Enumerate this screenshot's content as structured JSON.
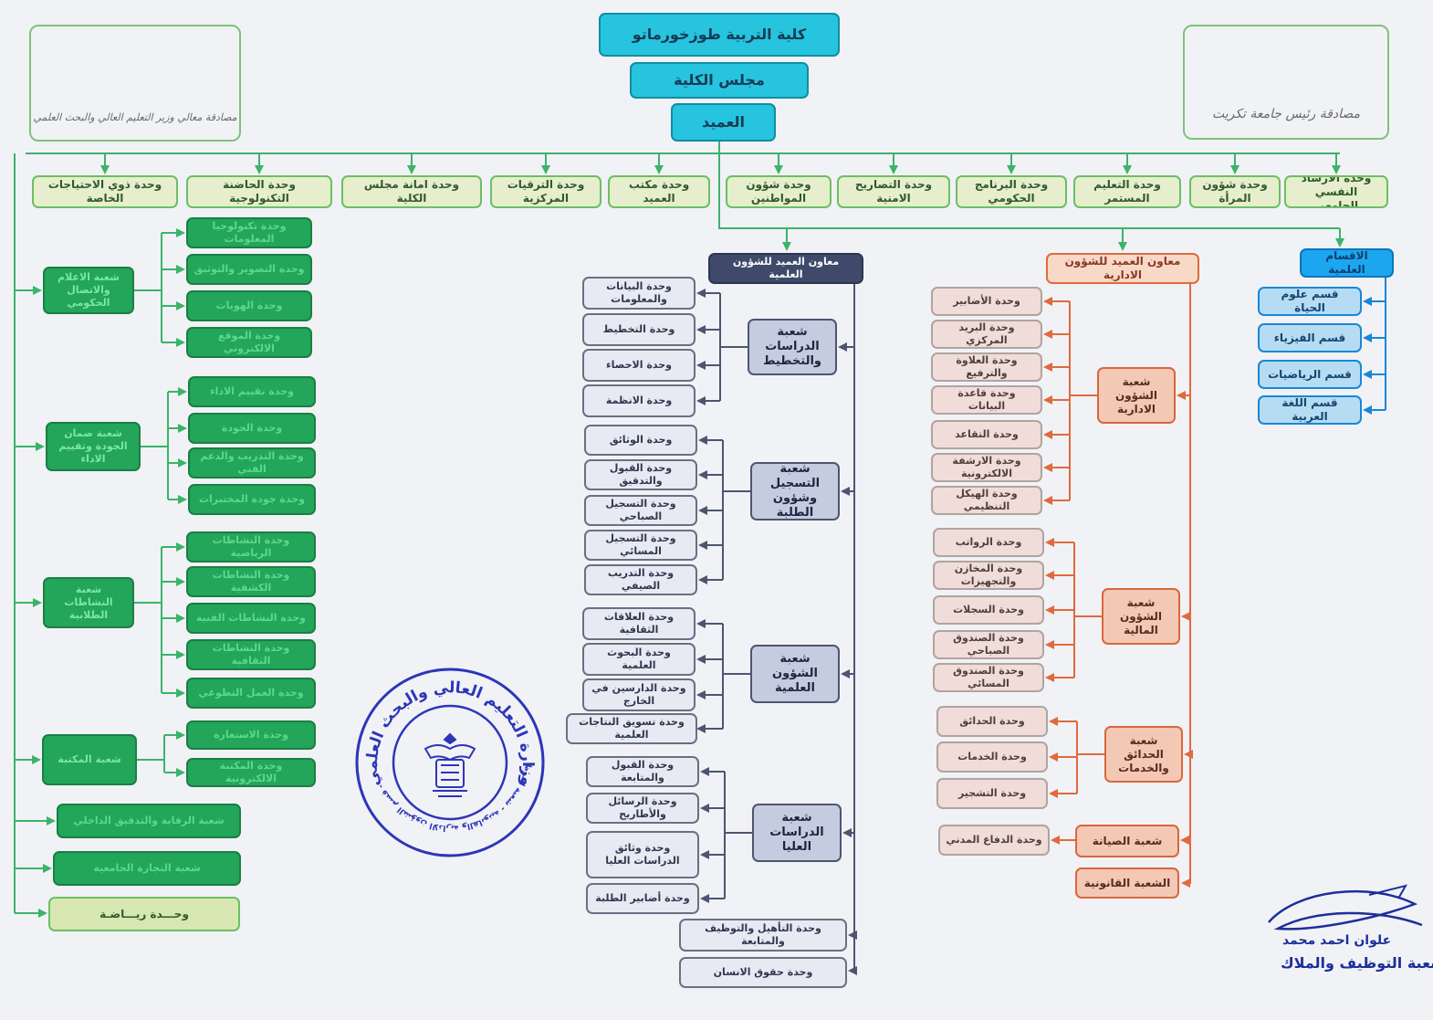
{
  "approvals": {
    "left": "مصادقة معالي وزير التعليم العالي والبحث العلمي",
    "right": "مصادقة رئيس جامعة تكريت"
  },
  "top": {
    "college": "كلية التربية طوزخورماتو",
    "council": "مجلس الكلية",
    "dean": "العميد"
  },
  "units_row": [
    "وحدة ذوي الاحتياجات الخاصة",
    "وحدة الحاضنة التكنولوجية",
    "وحدة امانة مجلس الكلية",
    "وحدة الترقيات المركزية",
    "وحدة مكتب العميد",
    "وحدة شؤون المواطنين",
    "وحدة التصاريح الامنية",
    "وحدة البرنامج الحكومي",
    "وحدة التعليم المستمر",
    "وحدة شؤون المرأة",
    "وحدة الارشاد النفسي الجامعي"
  ],
  "left_column": {
    "sections": [
      {
        "name": "شعبة الاعلام والاتصال الحكومي",
        "units": [
          "وحدة تكنولوجيا المعلومات",
          "وحدة التصوير والتوثيق",
          "وحدة الهويات",
          "وحدة الموقع الالكتروني"
        ]
      },
      {
        "name": "شعبة ضمان الجودة وتقييم الاداء",
        "units": [
          "وحدة تقييم الاداء",
          "وحدة الجودة",
          "وحدة التدريب والدعم الفني",
          "وحدة جودة المختبرات"
        ]
      },
      {
        "name": "شعبة النشاطات الطلابية",
        "units": [
          "وحدة النشاطات الرياضية",
          "وحدة النشاطات الكشفية",
          "وحدة النشاطات الفنية",
          "وحدة النشاطات الثقافية",
          "وحدة العمل التطوعي"
        ]
      },
      {
        "name": "شعبة المكتبة",
        "units": [
          "وحدة الاستعارة",
          "وحدة المكتبة الالكترونية"
        ]
      }
    ],
    "bottom": [
      "شعبة الرقابة والتدقيق الداخلي",
      "شعبة التجارة الجامعية",
      "وحـــدة ريـــاضـة"
    ]
  },
  "scientific": {
    "head": "معاون العميد للشؤون العلمية",
    "sections": [
      {
        "name": "شعبة الدراسات والتخطيط",
        "units": [
          "وحدة البيانات والمعلومات",
          "وحدة التخطيط",
          "وحدة الاحصاء",
          "وحدة الانظمة"
        ]
      },
      {
        "name": "شعبة التسجيل وشؤون الطلبة",
        "units": [
          "وحدة الوثائق",
          "وحدة القبول والتدقيق",
          "وحدة التسجيل الصباحي",
          "وحدة التسجيل المسائي",
          "وحدة التدريب الصيفي"
        ]
      },
      {
        "name": "شعبة الشؤون العلمية",
        "units": [
          "وحدة العلاقات الثقافية",
          "وحدة البحوث العلمية",
          "وحدة الدارسين في الخارج",
          "وحدة تسويق النتاجات العلمية"
        ]
      },
      {
        "name": "شعبة الدراسات العليا",
        "units": [
          "وحدة القبول والمتابعة",
          "وحدة الرسائل والأطاريح",
          "وحدة وثائق الدراسات العليا",
          "وحدة أضابير الطلبة"
        ]
      }
    ],
    "extra": [
      "وحدة التأهيل والتوظيف والمتابعة",
      "وحدة حقوق الانسان"
    ]
  },
  "administrative": {
    "head": "معاون العميد للشؤون الادارية",
    "sections": [
      {
        "name": "شعبة الشؤون الادارية",
        "units": [
          "وحدة الأضابير",
          "وحدة البريد المركزي",
          "وحدة العلاوة والترفيع",
          "وحدة قاعدة البيانات",
          "وحدة التقاعد",
          "وحدة الارشفة الالكترونية",
          "وحدة الهيكل التنظيمي"
        ]
      },
      {
        "name": "شعبة الشؤون المالية",
        "units": [
          "وحدة الرواتب",
          "وحدة المخازن والتجهيزات",
          "وحدة السجلات",
          "وحدة الصندوق الصباحي",
          "وحدة الصندوق المسائي"
        ]
      },
      {
        "name": "شعبة الحدائق والخدمات",
        "units": [
          "وحدة الحدائق",
          "وحدة الخدمات",
          "وحدة التشجير"
        ]
      },
      {
        "name": "شعبة الصيانة",
        "units": [
          "وحدة الدفاع المدني"
        ]
      },
      {
        "name": "الشعبة القانونية",
        "units": []
      }
    ]
  },
  "departments": {
    "head": "الاقسام العلمية",
    "items": [
      "قسم علوم الحياة",
      "قسم الفيزياء",
      "قسم الرياضيات",
      "قسم اللغة العربية"
    ]
  },
  "stamp": {
    "outer_text": "وزارة التعليم العالي والبحث العلمي",
    "inner_text": "جامعة تكريت - قسم الشؤون الادارية والقانونية - شعبة التوظيف والملاك"
  },
  "signature": {
    "name": "علوان احمد محمد",
    "title": "مدير شعبة التوظيف والملاك"
  },
  "colors": {
    "green_line": "#3cb36a",
    "grey_line": "#4d5570",
    "orange_line": "#e06a3c",
    "blue_line": "#1887d6",
    "stamp_ink": "#2d36b8"
  }
}
